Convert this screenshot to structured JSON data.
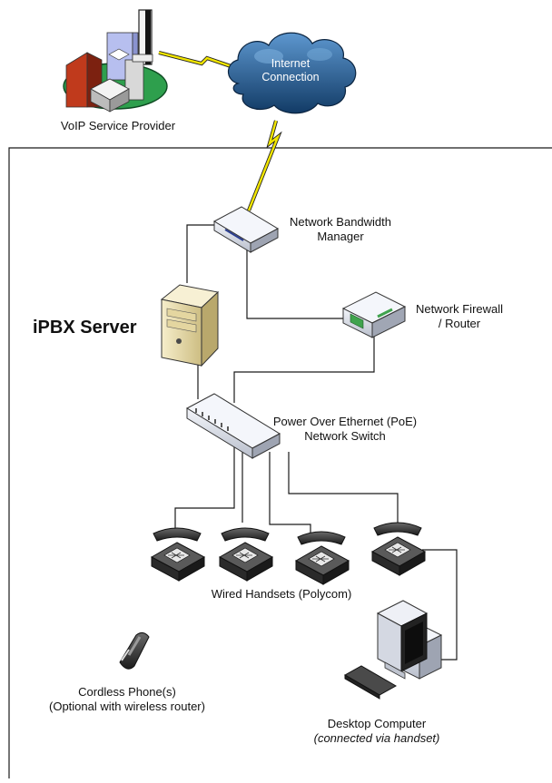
{
  "nodes": {
    "provider": {
      "label": "VoIP Service Provider"
    },
    "internet": {
      "line1": "Internet",
      "line2": "Connection"
    },
    "bandwidth": {
      "line1": "Network Bandwidth",
      "line2": "Manager"
    },
    "server": {
      "label": "iPBX Server"
    },
    "firewall": {
      "line1": "Network Firewall",
      "line2": "/ Router"
    },
    "switch": {
      "line1": "Power Over Ethernet (PoE)",
      "line2": "Network Switch"
    },
    "handsets": {
      "label": "Wired Handsets (Polycom)"
    },
    "cordless": {
      "line1": "Cordless Phone(s)",
      "line2": "(Optional with wireless router)"
    },
    "desktop": {
      "line1": "Desktop Computer",
      "line2": "(connected via handset)"
    }
  },
  "colors": {
    "line": "#1a1a1a",
    "lightning": "#f2e600",
    "cloud": "#1b4f84",
    "cloud_light": "#4f8cc4",
    "server_body": "#efe3b4",
    "device_body": "#dfe3ec",
    "ground": "#2e9f4d"
  },
  "icons": [
    "building-icon",
    "cloud-icon",
    "router-icon",
    "server-tower-icon",
    "firewall-icon",
    "switch-icon",
    "phone-icon",
    "cordless-phone-icon",
    "computer-icon"
  ]
}
